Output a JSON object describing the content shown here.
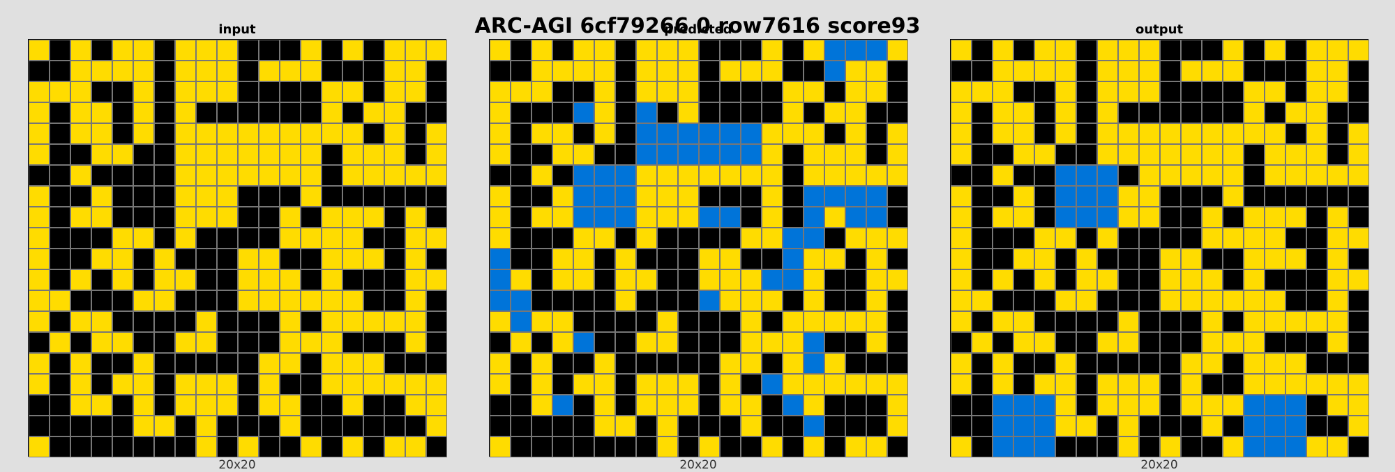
{
  "title": "ARC-AGI 6cf79266 0 row7616 score93",
  "colors": {
    "0": "#000000",
    "4": "#ffdc00",
    "8": "#0074d9",
    "background": "#e0e0e0"
  },
  "panels": [
    {
      "label": "input",
      "dims": "20x20",
      "grid": [
        "40404404440004040444",
        "00444404440444000440",
        "44400404440000440440",
        "40440404000000404400",
        "40440404444444440404",
        "40044004444444044404",
        "00400004444444044444",
        "40040004440004000000",
        "40440004440040444040",
        "40004404000044440044",
        "40044040004400444040",
        "40404044004440400044",
        "44000440004444440040",
        "40440000400040444440",
        "04044004400044400040",
        "40400400000440444000",
        "40404404440400444444",
        "00440404440440040044",
        "00000440400040000004",
        "40000000404004040440"
      ]
    },
    {
      "label": "predicted",
      "dims": "20x20",
      "grid": [
        "40404404440004048884",
        "00444404440444008440",
        "44400404440000440440",
        "40008408040000404400",
        "40440408888884440404",
        "40044008888884044404",
        "00408884444444044444",
        "40048884440004088880",
        "40448884448804084880",
        "40004404000044880444",
        "80044040004400844040",
        "84044044004448840044",
        "88000040008444040040",
        "48440000400040444440",
        "04048004400044480040",
        "40400400000440484000",
        "40404404440408444444",
        "00480404440440840004",
        "00000440400040080004",
        "40000000404004040440"
      ]
    },
    {
      "label": "output",
      "dims": "20x20",
      "grid": [
        "40404404440004040444",
        "00444404440444000440",
        "44400404440000440440",
        "40440404000000404400",
        "40440404444444440404",
        "40044004444444044404",
        "00400888044444044444",
        "40040888440004000000",
        "40440888440040444040",
        "40004404000044440044",
        "40044040004400444040",
        "40404044004440400044",
        "44000440004444440040",
        "40440000400040444440",
        "04044004400044400040",
        "40400400000440444000",
        "40404404440400444444",
        "00888404440444888044",
        "00888440400040888004",
        "40888000404004888440"
      ]
    }
  ]
}
